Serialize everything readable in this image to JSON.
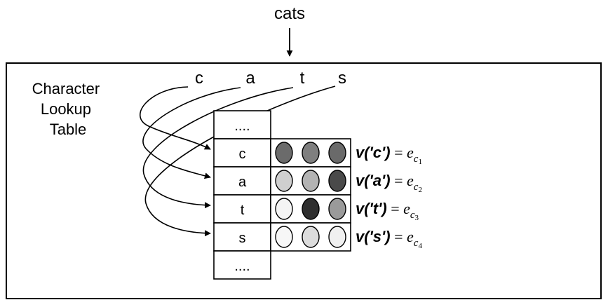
{
  "input_word": "cats",
  "table_title": [
    "Character",
    "Lookup",
    "Table"
  ],
  "input_chars": [
    "c",
    "a",
    "t",
    "s"
  ],
  "table_rows": [
    {
      "label": "....",
      "kind": "ellipsis"
    },
    {
      "label": "c",
      "kind": "char",
      "colors": [
        "#6b6b6b",
        "#7f7f7f",
        "#6a6a6a"
      ],
      "eq_lhs": "v('c')",
      "eq_sym": "=",
      "eq_base": "e",
      "eq_sub": "c",
      "eq_subsub": "1"
    },
    {
      "label": "a",
      "kind": "char",
      "colors": [
        "#cfcfcf",
        "#b3b3b3",
        "#4a4a4a"
      ],
      "eq_lhs": "v('a')",
      "eq_sym": "=",
      "eq_base": "e",
      "eq_sub": "c",
      "eq_subsub": "2"
    },
    {
      "label": "t",
      "kind": "char",
      "colors": [
        "#f4f4f4",
        "#2e2e2e",
        "#9a9a9a"
      ],
      "eq_lhs": "v('t')",
      "eq_sym": "=",
      "eq_base": "e",
      "eq_sub": "c",
      "eq_subsub": "3"
    },
    {
      "label": "s",
      "kind": "char",
      "colors": [
        "#f7f7f7",
        "#dcdcdc",
        "#f0f0f0"
      ],
      "eq_lhs": "v('s')",
      "eq_sym": "=",
      "eq_base": "e",
      "eq_sub": "c",
      "eq_subsub": "4"
    },
    {
      "label": "....",
      "kind": "ellipsis"
    }
  ]
}
